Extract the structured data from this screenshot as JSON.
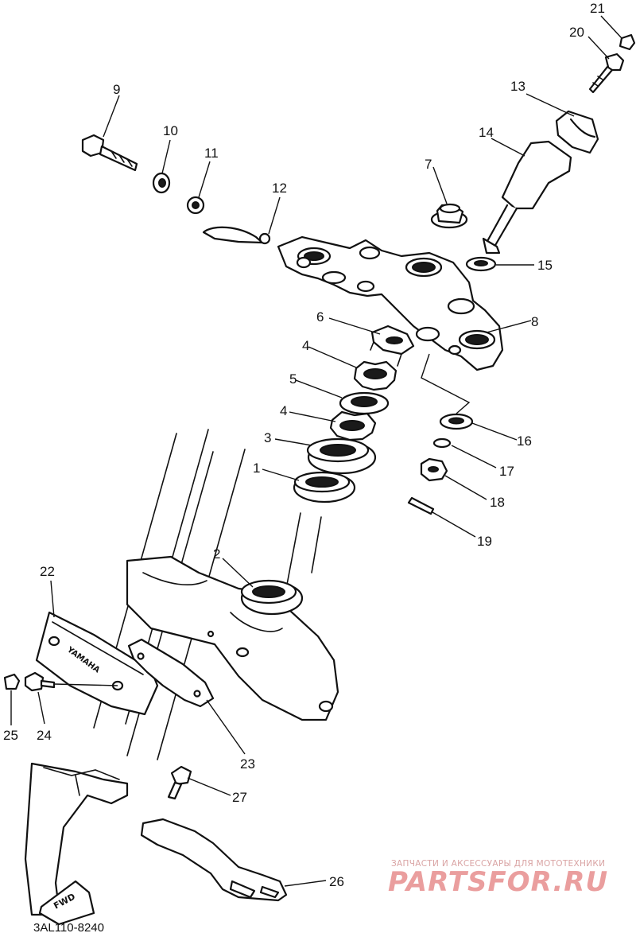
{
  "diagram": {
    "drawing_code": "3AL110-8240",
    "part_callouts": [
      "1",
      "2",
      "3",
      "4",
      "4",
      "5",
      "6",
      "7",
      "8",
      "9",
      "10",
      "11",
      "12",
      "13",
      "14",
      "15",
      "16",
      "17",
      "18",
      "19",
      "20",
      "21",
      "22",
      "23",
      "24",
      "25",
      "26",
      "27"
    ],
    "stamped_text": {
      "brand": "YAMAHA",
      "direction": "FWD"
    }
  },
  "watermark": {
    "tagline": "ЗАПЧАСТИ И АКСЕССУАРЫ ДЛЯ МОТОТЕХНИКИ",
    "logo_text": "PARTSFOR.RU",
    "color": "#e89a9a"
  }
}
